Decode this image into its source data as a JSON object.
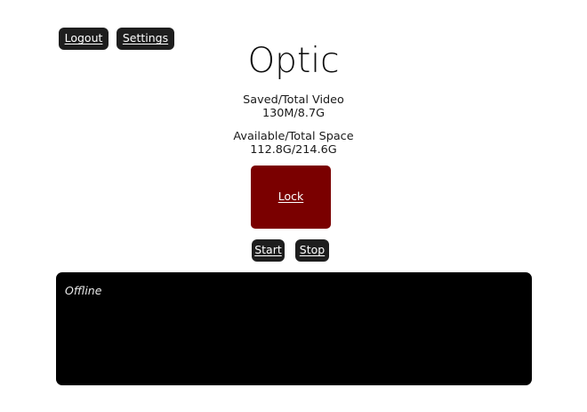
{
  "app": {
    "title": "Optic",
    "background_color": "#ffffff",
    "button_color": "#1e1e1e",
    "lock_color": "#7a0000",
    "panel_color": "#000000"
  },
  "nav": {
    "logout_label": "Logout",
    "settings_label": "Settings"
  },
  "stats": [
    {
      "key": "video",
      "label": "Saved/Total Video",
      "value": "130M/8.7G"
    },
    {
      "key": "space",
      "label": "Available/Total Space",
      "value": "112.8G/214.6G"
    }
  ],
  "lock": {
    "label": "Lock"
  },
  "transport": {
    "start_label": "Start",
    "stop_label": "Stop"
  },
  "video": {
    "status": "Offline"
  }
}
